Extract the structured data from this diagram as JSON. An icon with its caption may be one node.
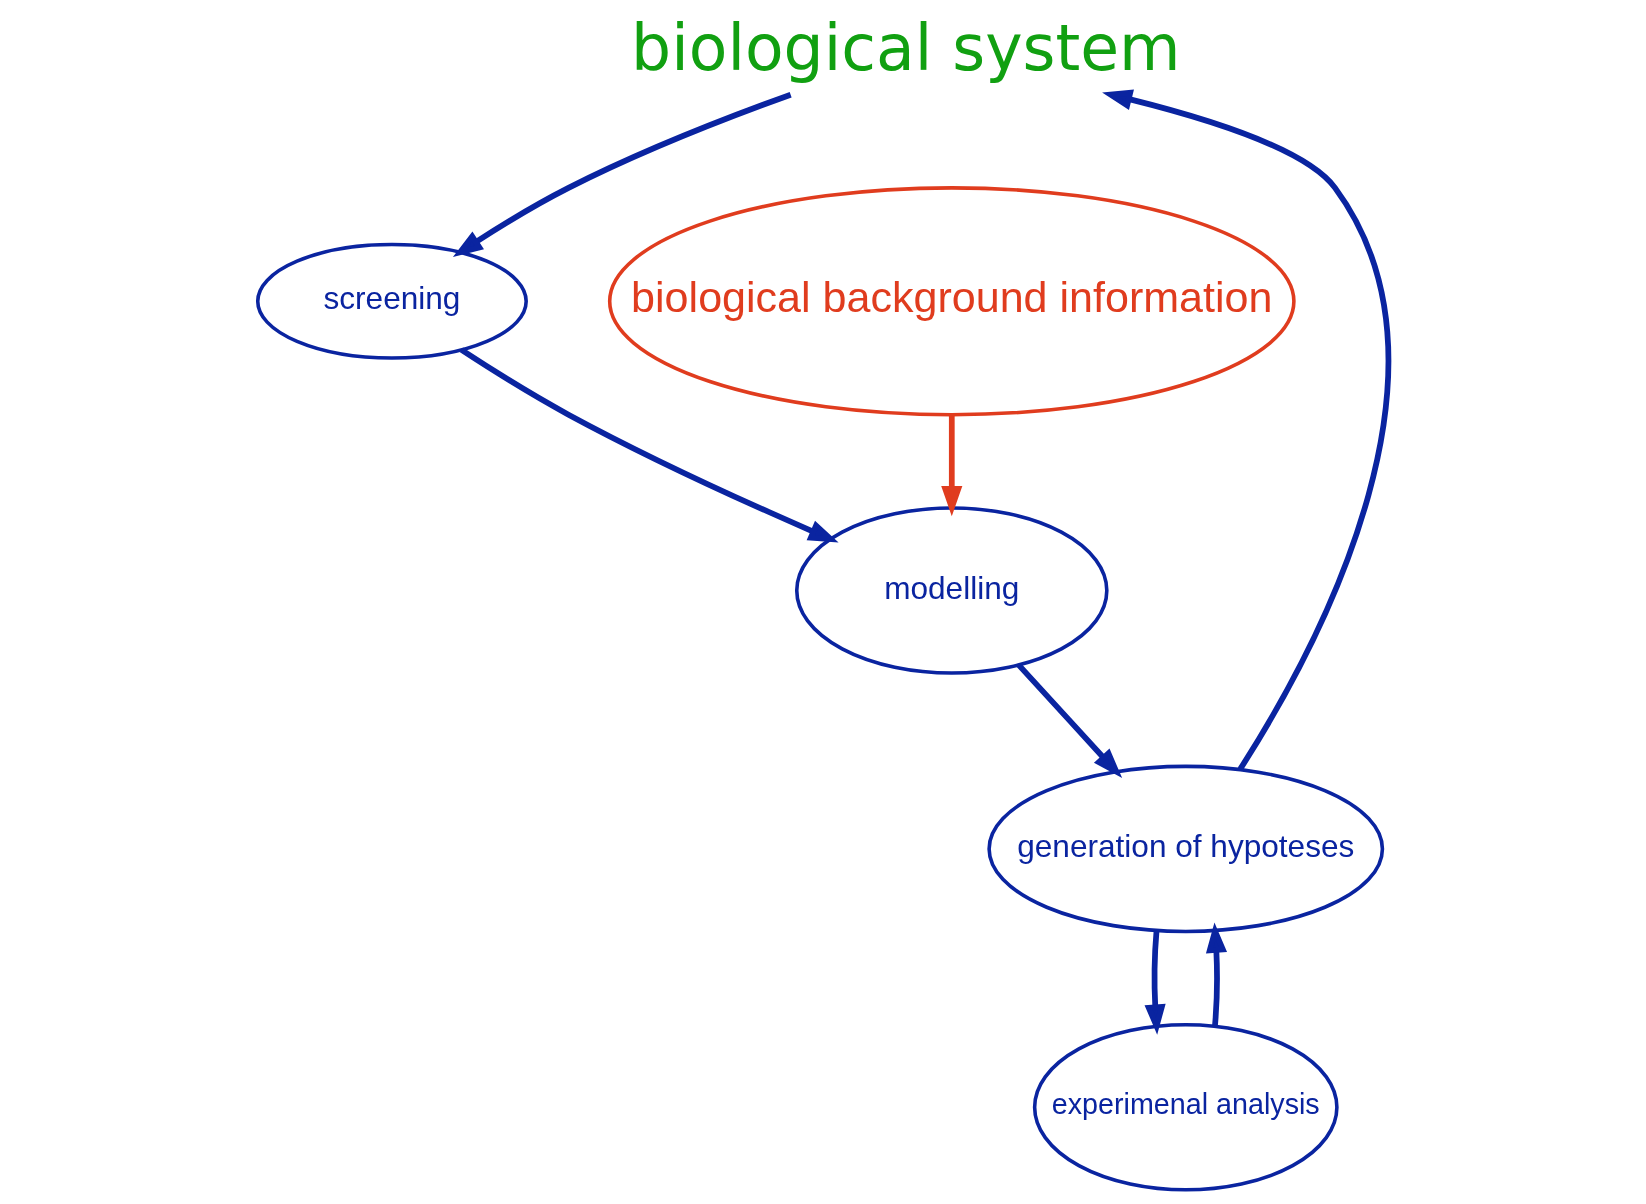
{
  "diagram": {
    "nodes": [
      {
        "text": [
          "biological system"
        ]
      },
      {
        "text": [
          "generation of hypoteses"
        ]
      },
      {
        "text": [
          "screening"
        ]
      },
      {
        "text": [
          "modelling"
        ]
      },
      {
        "text": [
          "experimenal analysis"
        ]
      },
      {
        "text": [
          "biological background information"
        ]
      }
    ],
    "edges": [
      {
        "from": 1,
        "to": 0,
        "arrow": "to"
      },
      {
        "from": 0,
        "to": 2,
        "arrow": "to"
      },
      {
        "from": 2,
        "to": 3,
        "arrow": "to"
      },
      {
        "from": 3,
        "to": 1,
        "arrow": "to"
      },
      {
        "from": 1,
        "to": 4,
        "arrow": "to"
      },
      {
        "from": 4,
        "to": 1,
        "arrow": "to"
      },
      {
        "from": 5,
        "to": 3,
        "arrow": "to",
        "color": "#e03c1e"
      }
    ]
  }
}
